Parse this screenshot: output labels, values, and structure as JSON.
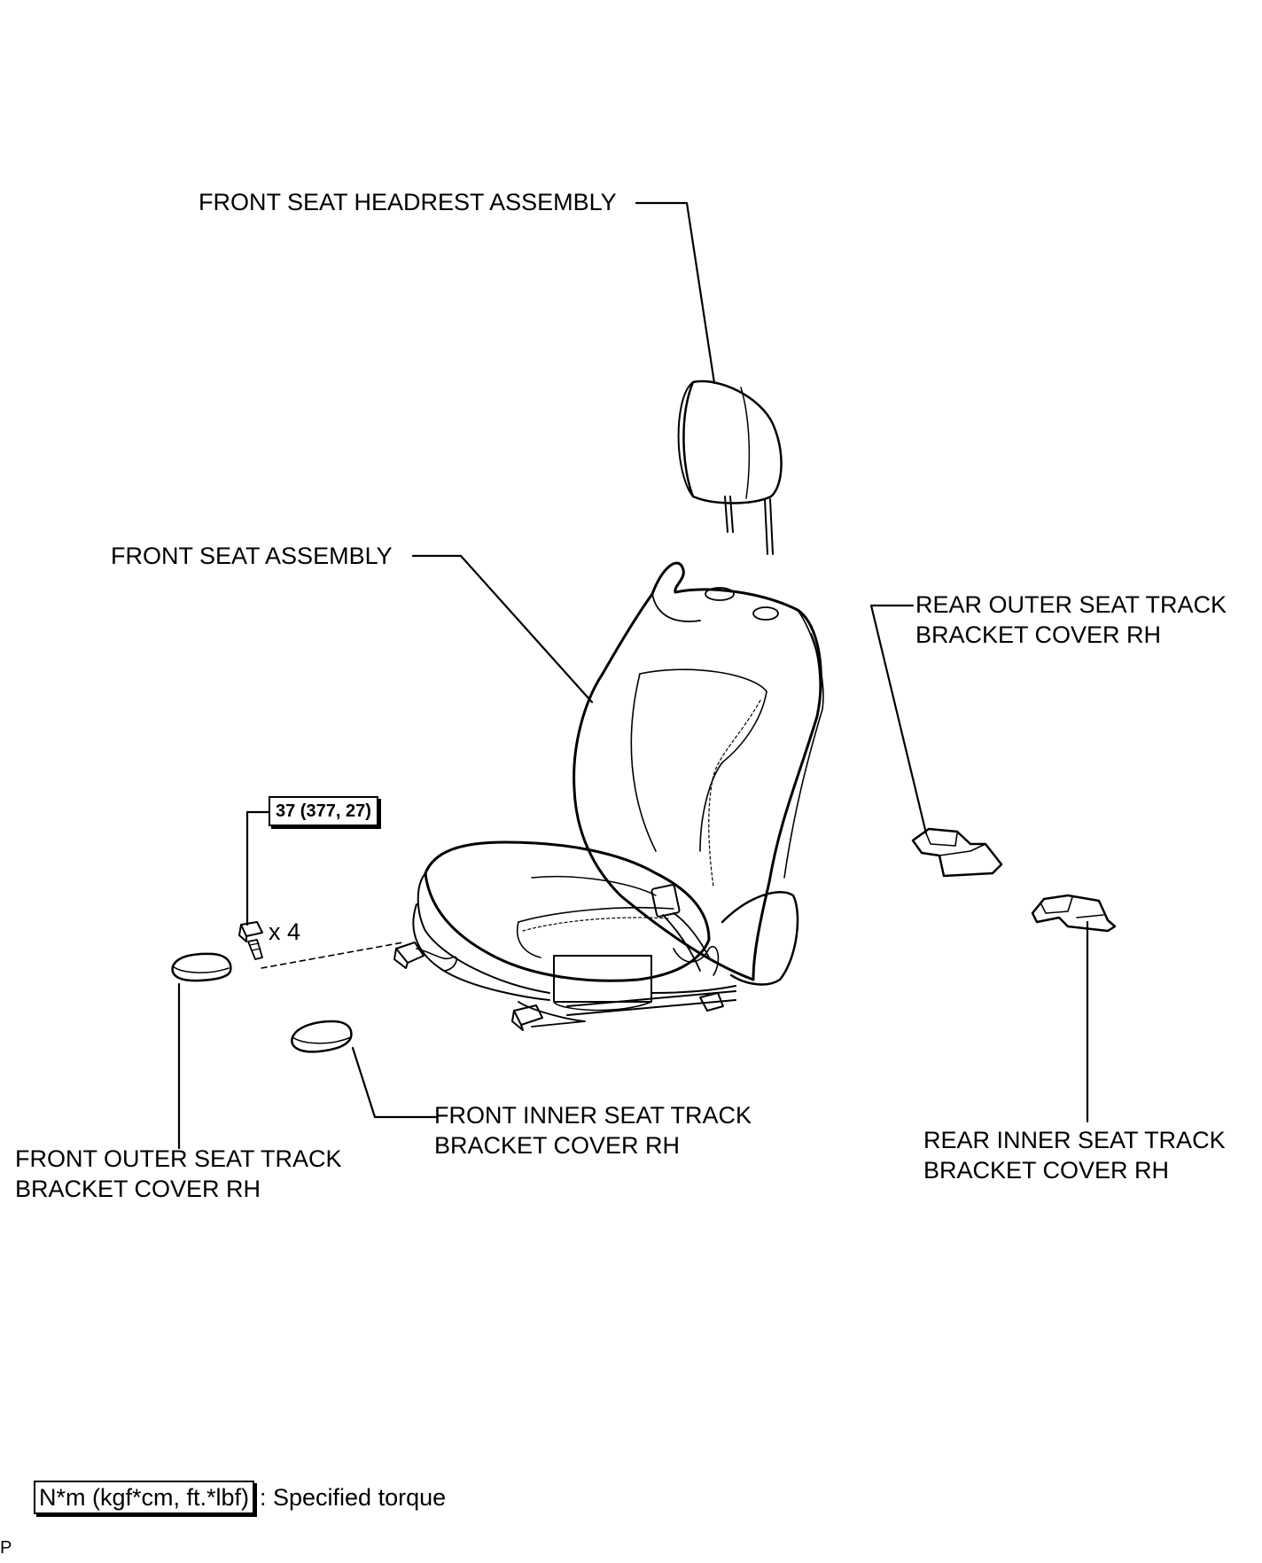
{
  "labels": {
    "headrest": "FRONT SEAT HEADREST ASSEMBLY",
    "seat": "FRONT SEAT ASSEMBLY",
    "rear_outer_line1": "REAR OUTER SEAT TRACK",
    "rear_outer_line2": "BRACKET COVER RH",
    "rear_inner_line1": "REAR INNER SEAT TRACK",
    "rear_inner_line2": "BRACKET COVER RH",
    "front_inner_line1": "FRONT INNER SEAT TRACK",
    "front_inner_line2": "BRACKET COVER RH",
    "front_outer_line1": "FRONT OUTER SEAT TRACK",
    "front_outer_line2": "BRACKET COVER RH"
  },
  "torque": {
    "value": "37 (377, 27)",
    "quantity": "x 4"
  },
  "legend": {
    "box_text": "N*m (kgf*cm, ft.*lbf)",
    "description": ": Specified torque"
  },
  "corner_mark": "P"
}
